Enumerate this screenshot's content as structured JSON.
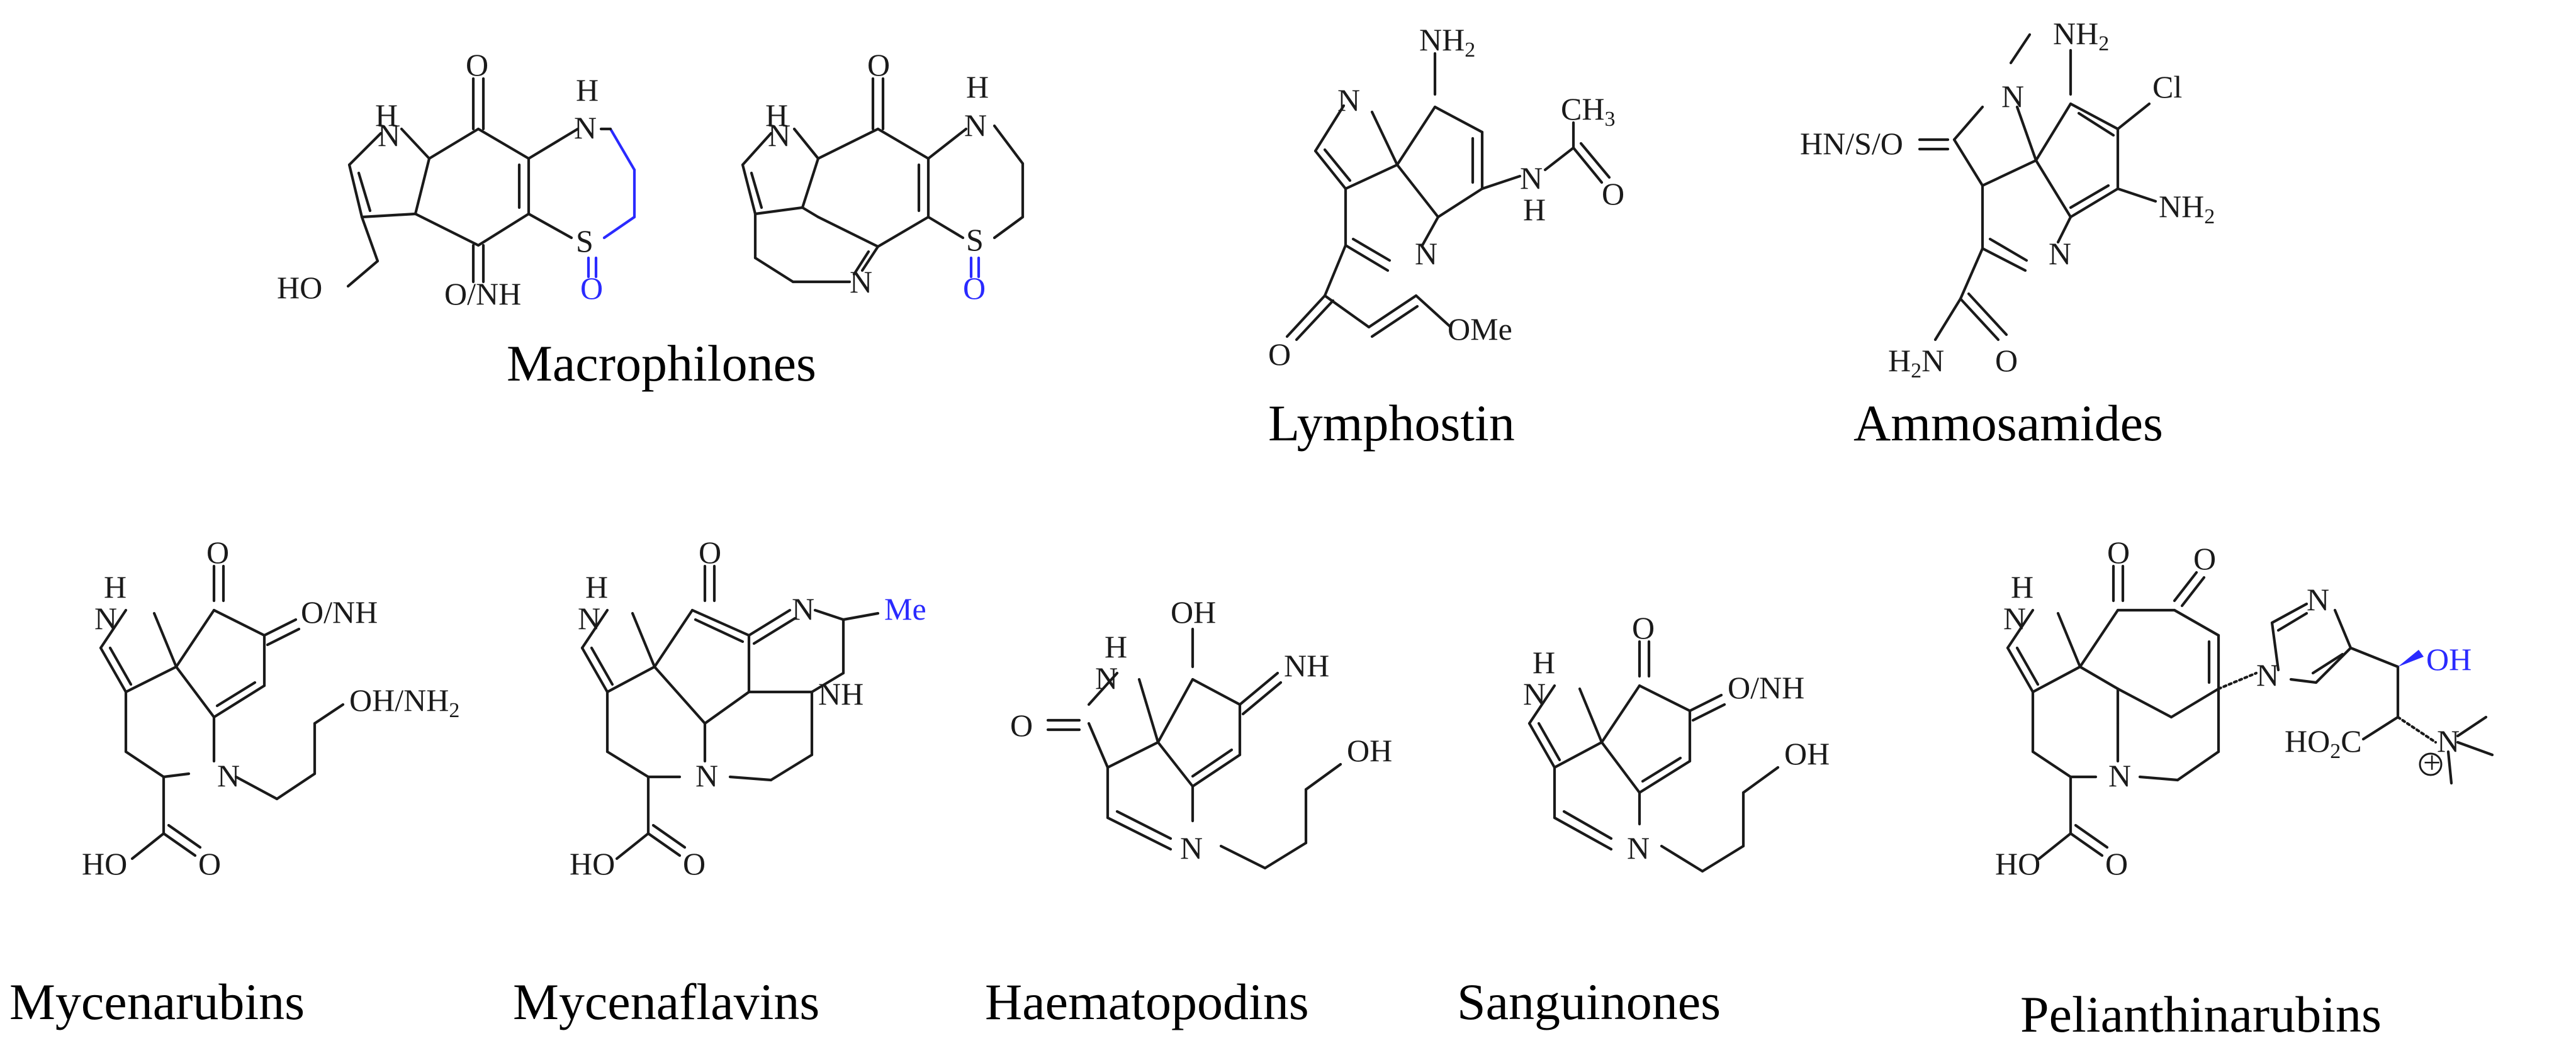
{
  "figure": {
    "captions": {
      "macrophilones": "Macrophilones",
      "lymphostin": "Lymphostin",
      "ammosamides": "Ammosamides",
      "mycenarubins": "Mycenarubins",
      "mycenaflavins": "Mycenaflavins",
      "haematopodins": "Haematopodins",
      "sanguinones": "Sanguinones",
      "pelianthinarubins": "Pelianthinarubins"
    },
    "labels": {
      "macro1": {
        "nh": "H",
        "n": "N",
        "o_top": "O",
        "nh2_h": "H",
        "nh2_n": "N",
        "hoch2": "HO",
        "onh": "O/NH",
        "s": "S",
        "so": "O"
      },
      "macro2": {
        "nh": "H",
        "n": "N",
        "o_top": "O",
        "nh2_h": "H",
        "nh2_n": "N",
        "n_bottom": "N",
        "s": "S",
        "so": "O"
      },
      "lymph": {
        "nh2": "NH",
        "nh2_sub": "2",
        "n_top": "N",
        "ch3": "CH",
        "ch3_sub": "3",
        "nh_n": "N",
        "nh_h": "H",
        "o_acyl": "O",
        "n_ring": "N",
        "o_ket": "O",
        "ome": "OMe"
      },
      "ammo": {
        "me_n": "N",
        "nh2_top": "NH",
        "sub2": "2",
        "cl": "Cl",
        "hnso": "HN/S/O",
        "nh2_right": "NH",
        "n_ring": "N",
        "h2n": "H",
        "h2n_sub": "2",
        "h2n_n": "N",
        "o_amide": "O"
      },
      "mycenarubin": {
        "h": "H",
        "n": "N",
        "o_top": "O",
        "onh": "O/NH",
        "ohnh2": "OH/NH",
        "ohnh2_sub": "2",
        "n_ring": "N",
        "ho": "HO",
        "o_acid": "O"
      },
      "mycenaflavin": {
        "h": "H",
        "n": "N",
        "o_top": "O",
        "n_imine": "N",
        "me": "Me",
        "nh": "NH",
        "n_ring": "N",
        "ho": "HO",
        "o_acid": "O"
      },
      "haematopodin": {
        "h": "H",
        "n": "N",
        "oh": "OH",
        "nh": "NH",
        "o_lactam": "O",
        "oh_chain": "OH",
        "n_ring": "N"
      },
      "sanguinone": {
        "h": "H",
        "n": "N",
        "o_top": "O",
        "onh": "O/NH",
        "oh_chain": "OH",
        "n_ring": "N"
      },
      "pelianthinarubin": {
        "h": "H",
        "n": "N",
        "o1": "O",
        "o2": "O",
        "n_im1": "N",
        "n_im2": "N",
        "oh": "OH",
        "n_ring": "N",
        "ho": "HO",
        "o_acid": "O",
        "ho2c": "HO",
        "ho2c_sub": "2",
        "ho2c_c": "C",
        "nplus": "N",
        "plus": "+"
      }
    }
  }
}
